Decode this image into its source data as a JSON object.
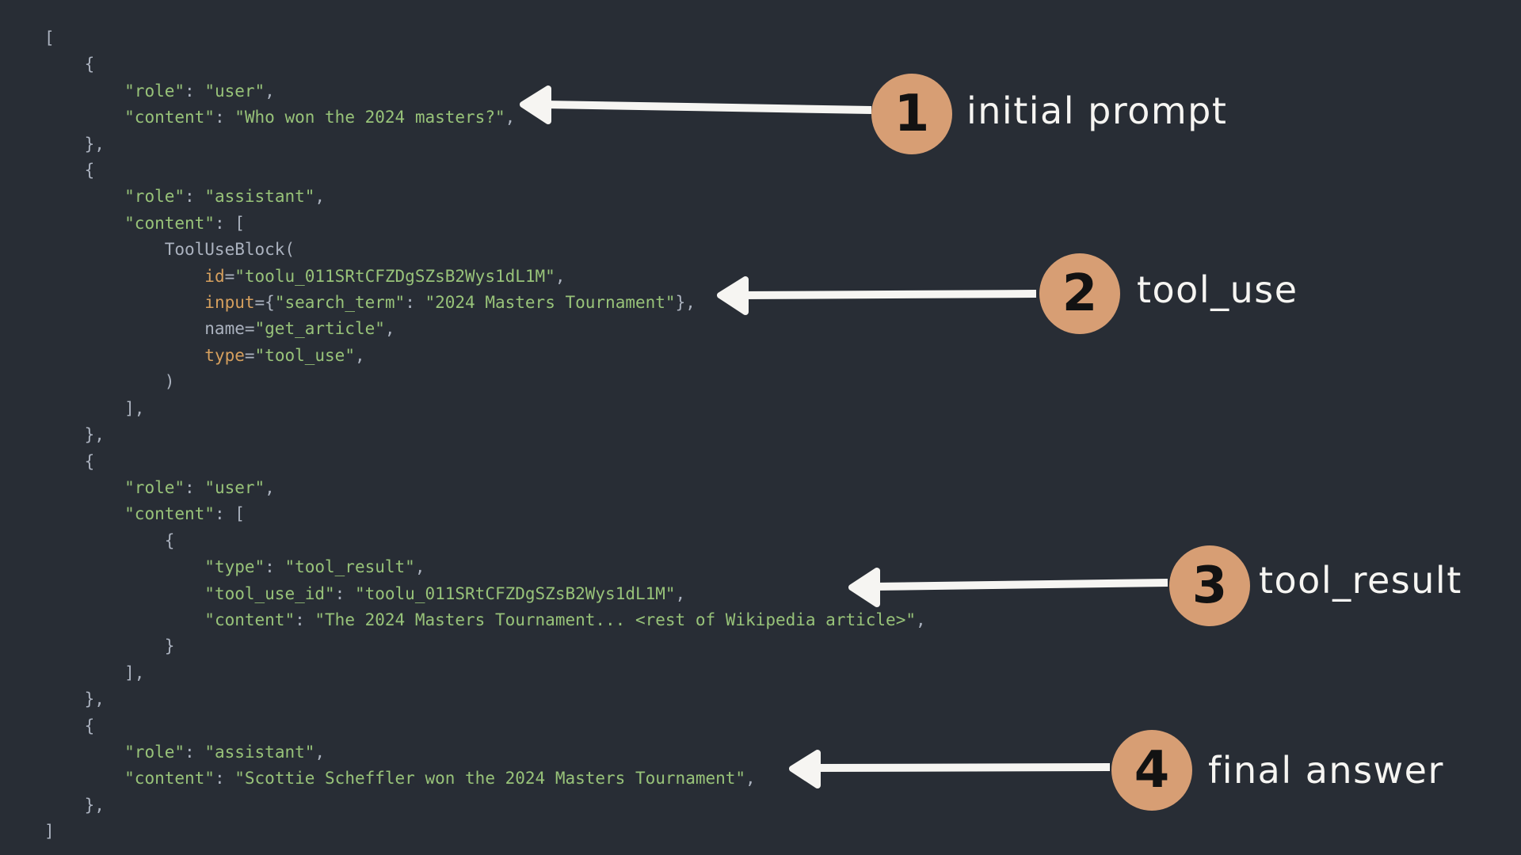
{
  "colors": {
    "background": "#282d35",
    "code_plain": "#abb2bf",
    "code_string": "#98c379",
    "code_attr": "#d6a05e",
    "circle_fill": "#d79e74",
    "circle_number": "#121212",
    "label_text": "#f6f5f2",
    "arrow": "#f6f5f2"
  },
  "code": {
    "language": "python",
    "lines": [
      [
        [
          "p",
          "["
        ]
      ],
      [
        [
          "p",
          "    {"
        ]
      ],
      [
        [
          "p",
          "        "
        ],
        [
          "s",
          "\"role\""
        ],
        [
          "p",
          ": "
        ],
        [
          "s",
          "\"user\""
        ],
        [
          "p",
          ","
        ]
      ],
      [
        [
          "p",
          "        "
        ],
        [
          "s",
          "\"content\""
        ],
        [
          "p",
          ": "
        ],
        [
          "s",
          "\"Who won the 2024 masters?\""
        ],
        [
          "p",
          ","
        ]
      ],
      [
        [
          "p",
          "    },"
        ]
      ],
      [
        [
          "p",
          "    {"
        ]
      ],
      [
        [
          "p",
          "        "
        ],
        [
          "s",
          "\"role\""
        ],
        [
          "p",
          ": "
        ],
        [
          "s",
          "\"assistant\""
        ],
        [
          "p",
          ","
        ]
      ],
      [
        [
          "p",
          "        "
        ],
        [
          "s",
          "\"content\""
        ],
        [
          "p",
          ": ["
        ]
      ],
      [
        [
          "p",
          "            ToolUseBlock("
        ]
      ],
      [
        [
          "p",
          "                "
        ],
        [
          "o",
          "id"
        ],
        [
          "p",
          "="
        ],
        [
          "s",
          "\"toolu_011SRtCFZDgSZsB2Wys1dL1M\""
        ],
        [
          "p",
          ","
        ]
      ],
      [
        [
          "p",
          "                "
        ],
        [
          "o",
          "input"
        ],
        [
          "p",
          "={"
        ],
        [
          "s",
          "\"search_term\""
        ],
        [
          "p",
          ": "
        ],
        [
          "s",
          "\"2024 Masters Tournament\""
        ],
        [
          "p",
          "},"
        ]
      ],
      [
        [
          "p",
          "                name="
        ],
        [
          "s",
          "\"get_article\""
        ],
        [
          "p",
          ","
        ]
      ],
      [
        [
          "p",
          "                "
        ],
        [
          "o",
          "type"
        ],
        [
          "p",
          "="
        ],
        [
          "s",
          "\"tool_use\""
        ],
        [
          "p",
          ","
        ]
      ],
      [
        [
          "p",
          "            )"
        ]
      ],
      [
        [
          "p",
          "        ],"
        ]
      ],
      [
        [
          "p",
          "    },"
        ]
      ],
      [
        [
          "p",
          "    {"
        ]
      ],
      [
        [
          "p",
          "        "
        ],
        [
          "s",
          "\"role\""
        ],
        [
          "p",
          ": "
        ],
        [
          "s",
          "\"user\""
        ],
        [
          "p",
          ","
        ]
      ],
      [
        [
          "p",
          "        "
        ],
        [
          "s",
          "\"content\""
        ],
        [
          "p",
          ": ["
        ]
      ],
      [
        [
          "p",
          "            {"
        ]
      ],
      [
        [
          "p",
          "                "
        ],
        [
          "s",
          "\"type\""
        ],
        [
          "p",
          ": "
        ],
        [
          "s",
          "\"tool_result\""
        ],
        [
          "p",
          ","
        ]
      ],
      [
        [
          "p",
          "                "
        ],
        [
          "s",
          "\"tool_use_id\""
        ],
        [
          "p",
          ": "
        ],
        [
          "s",
          "\"toolu_011SRtCFZDgSZsB2Wys1dL1M\""
        ],
        [
          "p",
          ","
        ]
      ],
      [
        [
          "p",
          "                "
        ],
        [
          "s",
          "\"content\""
        ],
        [
          "p",
          ": "
        ],
        [
          "s",
          "\"The 2024 Masters Tournament... <rest of Wikipedia article>\""
        ],
        [
          "p",
          ","
        ]
      ],
      [
        [
          "p",
          "            }"
        ]
      ],
      [
        [
          "p",
          "        ],"
        ]
      ],
      [
        [
          "p",
          "    },"
        ]
      ],
      [
        [
          "p",
          "    {"
        ]
      ],
      [
        [
          "p",
          "        "
        ],
        [
          "s",
          "\"role\""
        ],
        [
          "p",
          ": "
        ],
        [
          "s",
          "\"assistant\""
        ],
        [
          "p",
          ","
        ]
      ],
      [
        [
          "p",
          "        "
        ],
        [
          "s",
          "\"content\""
        ],
        [
          "p",
          ": "
        ],
        [
          "s",
          "\"Scottie Scheffler won the 2024 Masters Tournament\""
        ],
        [
          "p",
          ","
        ]
      ],
      [
        [
          "p",
          "    },"
        ]
      ],
      [
        [
          "p",
          "]"
        ]
      ]
    ]
  },
  "annotations": [
    {
      "number": "1",
      "label": "initial prompt"
    },
    {
      "number": "2",
      "label": "tool_use"
    },
    {
      "number": "3",
      "label": "tool_result"
    },
    {
      "number": "4",
      "label": "final answer"
    }
  ]
}
